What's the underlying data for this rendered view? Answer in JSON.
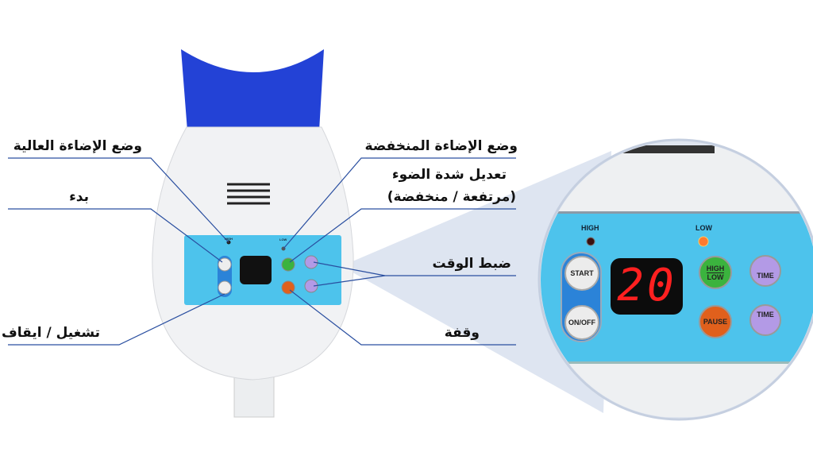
{
  "labels": {
    "high_mode": "وضع الإضاءة العالية",
    "start": "بدء",
    "on_off": "تشغيل / ايقاف",
    "low_mode": "وضع الإضاءة المنخفضة",
    "intensity_line1": "تعديل شدة الضوء",
    "intensity_line2": "(مرتفعة / منخفضة)",
    "time_set": "ضبط الوقت",
    "pause": "وقفة"
  },
  "panel": {
    "high_led": "HIGH",
    "low_led": "LOW",
    "start_button": "START",
    "onoff_button": "ON/OFF",
    "display_value": "20",
    "highlow_top": "HIGH",
    "highlow_bottom": "LOW",
    "pause_button": "PAUSE",
    "time_up": "TIME",
    "time_down": "TIME"
  },
  "colors": {
    "panel": "#4dc3ec",
    "cup": "#2240d8",
    "green": "#3bb33e",
    "orange": "#e0601c",
    "purple": "#b39ae6",
    "digits": "#ff2020",
    "line": "#2a4fa0"
  }
}
